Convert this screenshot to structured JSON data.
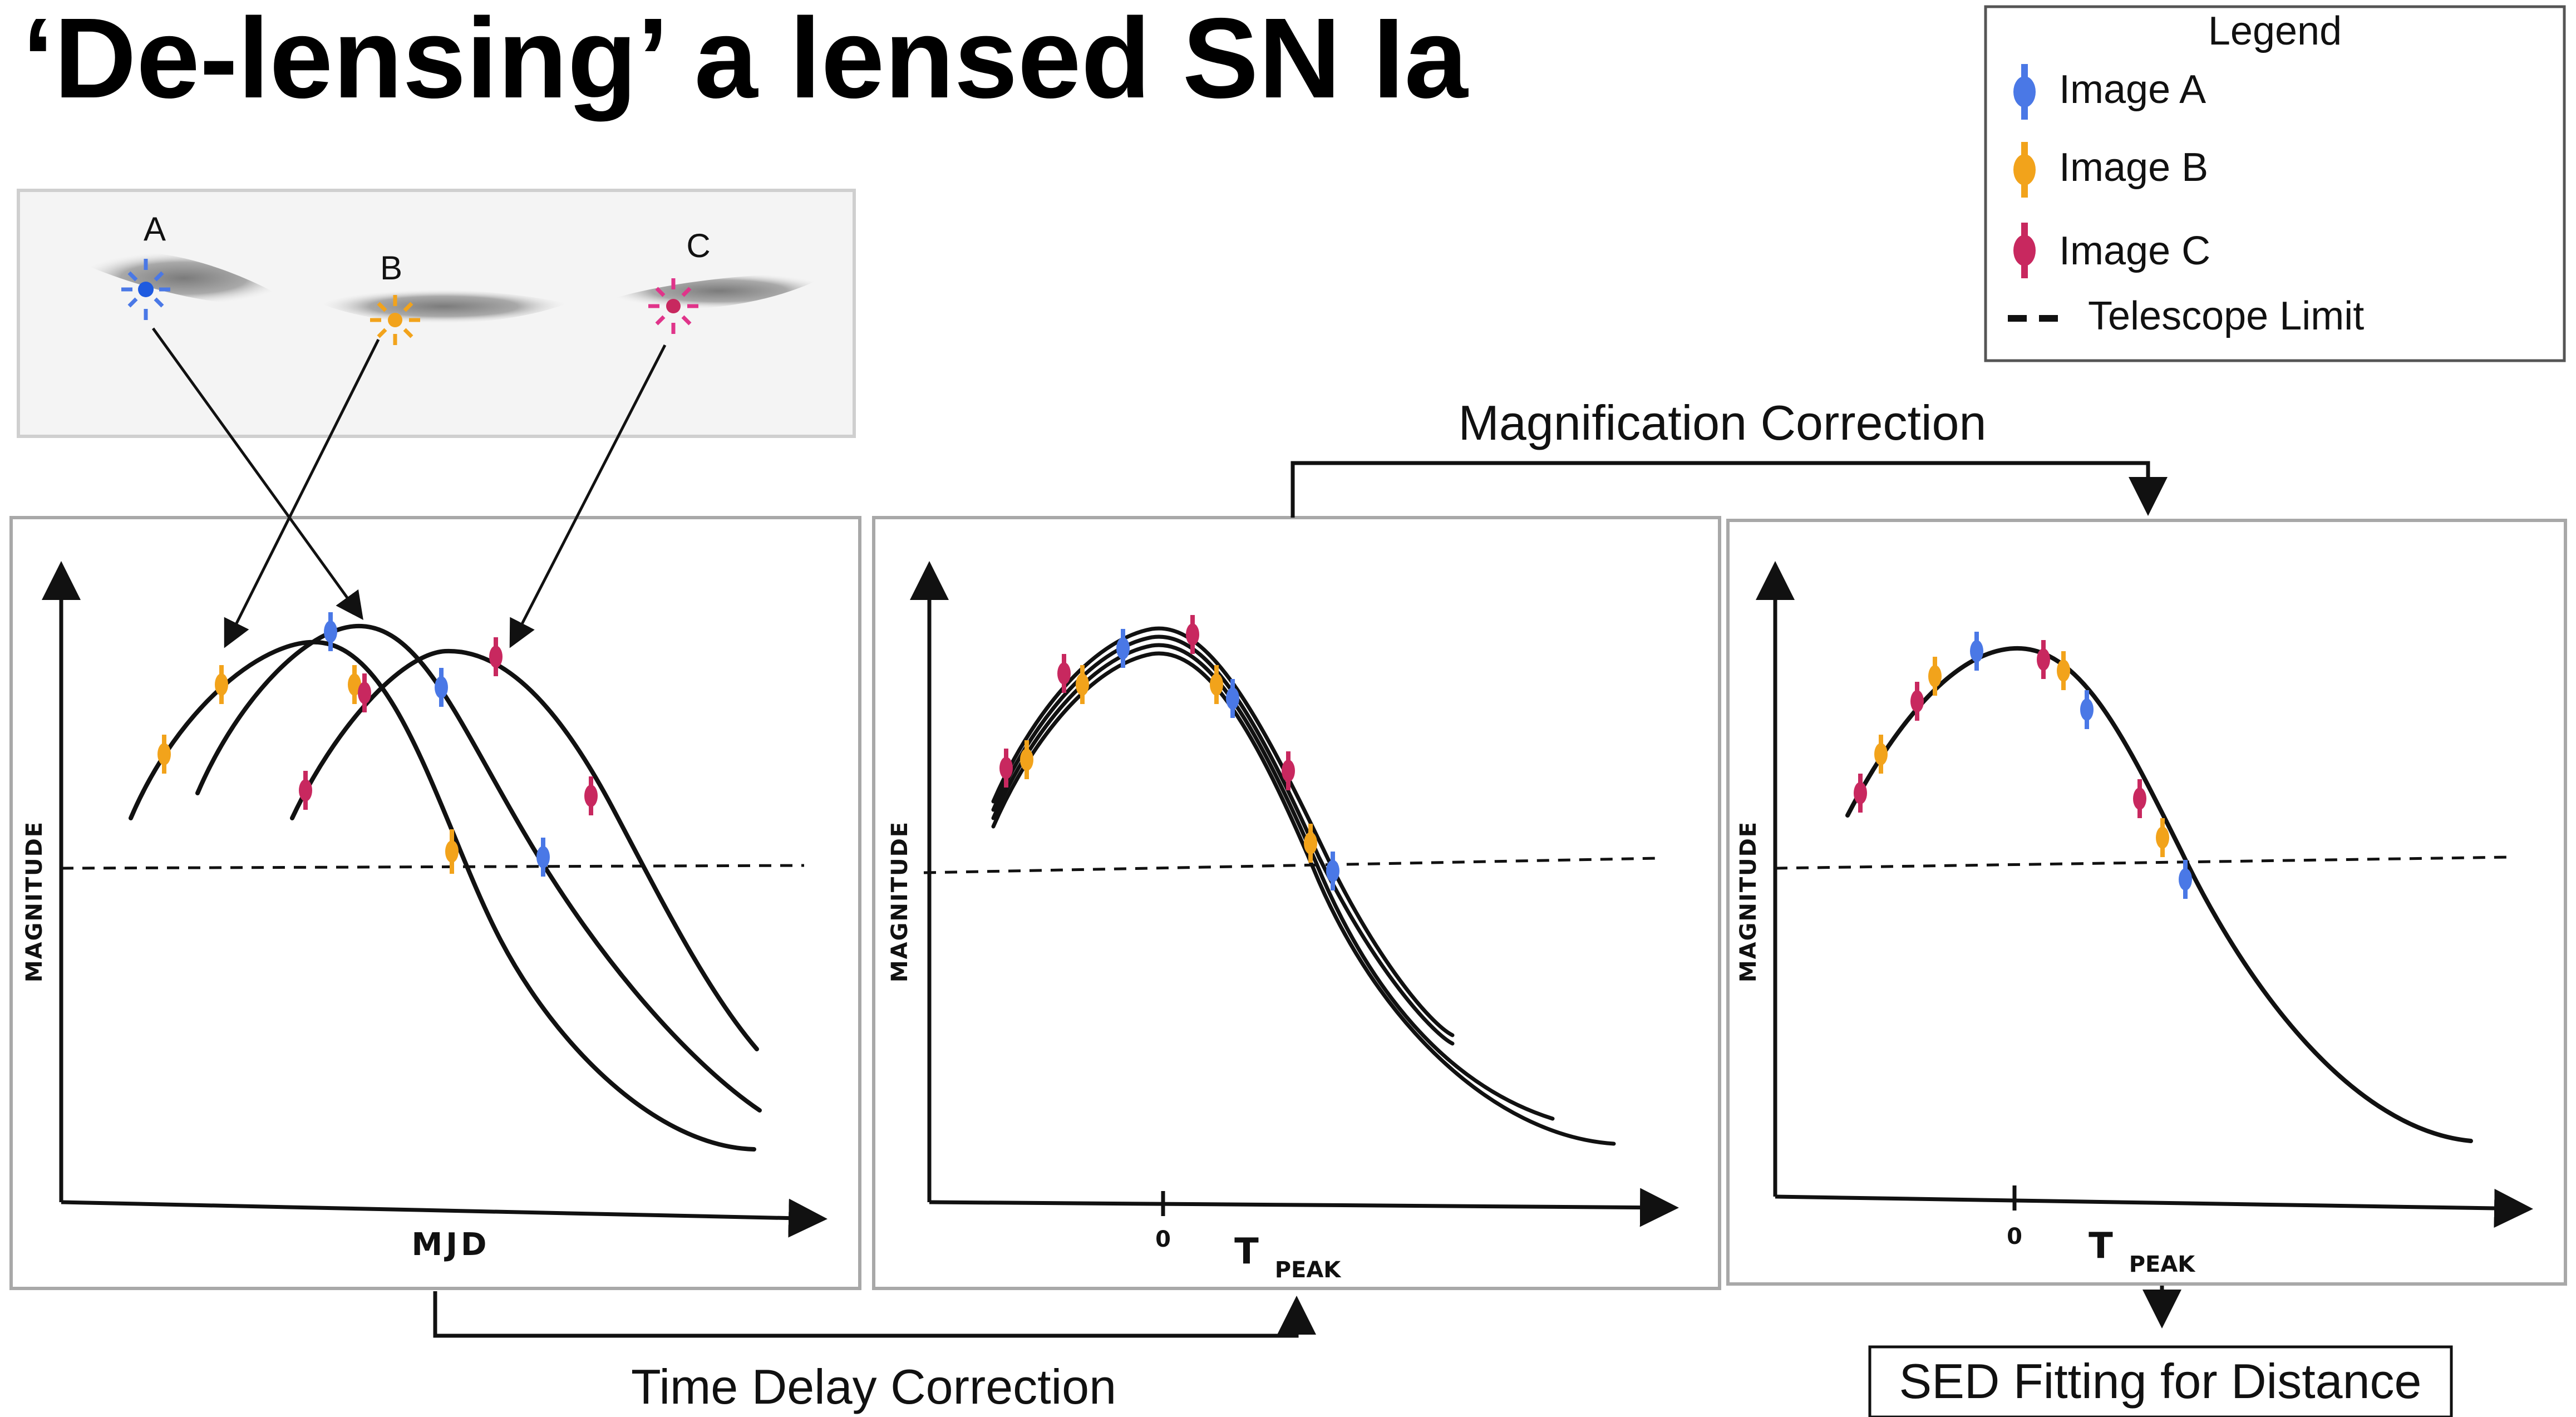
{
  "title": "‘De-lensing’ a lensed SN Ia",
  "colors": {
    "image_a": "#4a78e6",
    "image_b": "#f2a31b",
    "image_c": "#c8285f",
    "curve": "#111111",
    "panel_border": "#a8a8a8"
  },
  "legend": {
    "heading": "Legend",
    "items": [
      {
        "label": "Image A",
        "color": "#4a78e6",
        "icon": "error-bar-icon"
      },
      {
        "label": "Image B",
        "color": "#f2a31b",
        "icon": "error-bar-icon"
      },
      {
        "label": "Image C",
        "color": "#c8285f",
        "icon": "error-bar-icon"
      },
      {
        "label": "Telescope Limit",
        "icon": "dashed-line-icon"
      }
    ]
  },
  "lens_image": {
    "labels": [
      "A",
      "B",
      "C"
    ]
  },
  "panels": [
    {
      "ylabel": "MAGNITUDE",
      "xlabel": "MJD",
      "tick": ""
    },
    {
      "ylabel": "MAGNITUDE",
      "xlabel": "T",
      "xsub": "PEAK",
      "tick": "0"
    },
    {
      "ylabel": "MAGNITUDE",
      "xlabel": "T",
      "xsub": "PEAK",
      "tick": "0"
    }
  ],
  "steps": {
    "magnification": "Magnification Correction",
    "time_delay": "Time Delay Correction",
    "sed": "SED Fitting for Distance"
  }
}
